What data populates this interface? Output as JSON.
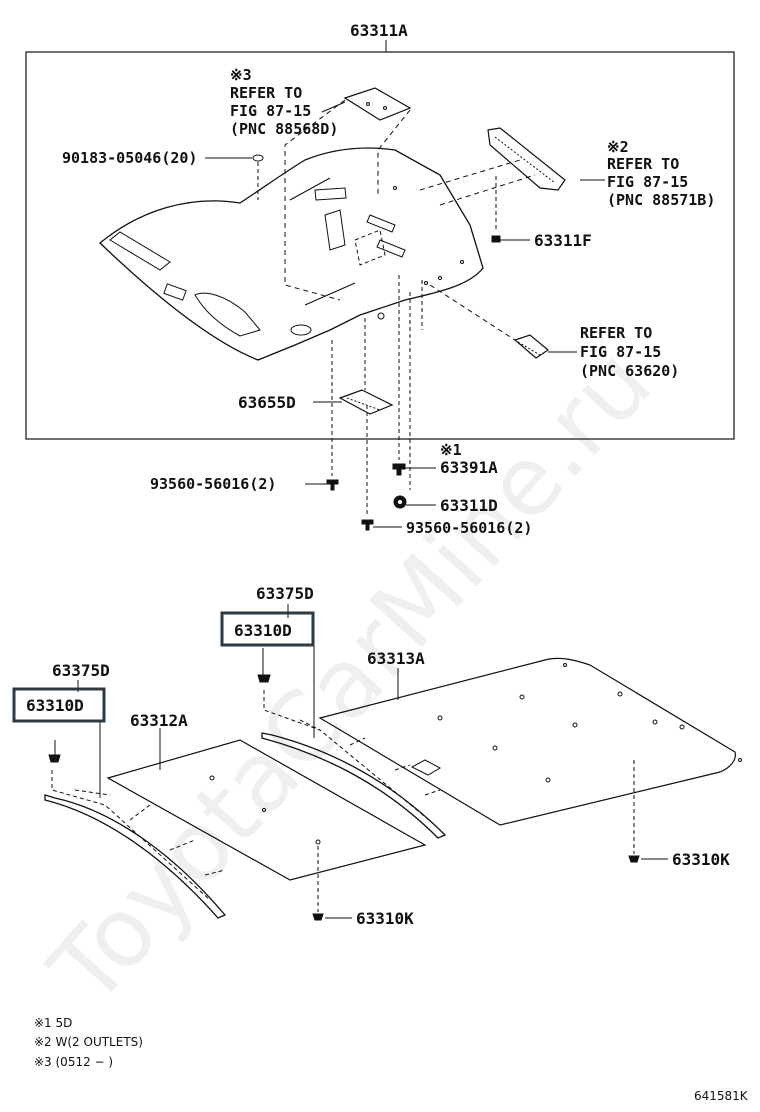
{
  "diagram": {
    "top_group": {
      "main_part": "63311A",
      "ref_3": {
        "mark": "※3",
        "line1": "REFER TO",
        "line2": "FIG 87-15",
        "line3": "(PNC 88568D)"
      },
      "ref_2": {
        "mark": "※2",
        "line1": "REFER TO",
        "line2": "FIG 87-15",
        "line3": "(PNC 88571B)"
      },
      "ref_plain": {
        "line1": "REFER TO",
        "line2": "FIG 87-15",
        "line3": "(PNC 63620)"
      },
      "clip_90183": "90183-05046(20)",
      "part_63311F": "63311F",
      "part_63655D": "63655D",
      "mark_1": "※1",
      "part_63391A": "63391A",
      "part_63311D": "63311D",
      "screw_left": "93560-56016(2)",
      "screw_right": "93560-56016(2)"
    },
    "bottom_group": {
      "left_63375D": "63375D",
      "left_63310D": "63310D",
      "right_63375D": "63375D",
      "right_63310D": "63310D",
      "part_63312A": "63312A",
      "part_63313A": "63313A",
      "clip_63310K_left": "63310K",
      "clip_63310K_right": "63310K"
    },
    "notes": [
      "※1 5D",
      "※2 W(2 OUTLETS)",
      "※3 (0512 −          )"
    ],
    "diagram_code": "641581K",
    "watermark": "ToyotaCarMine.ru",
    "colors": {
      "line": "#111111",
      "highlight_box": "#2b3a44",
      "panel_fill": "#ffffff"
    }
  }
}
